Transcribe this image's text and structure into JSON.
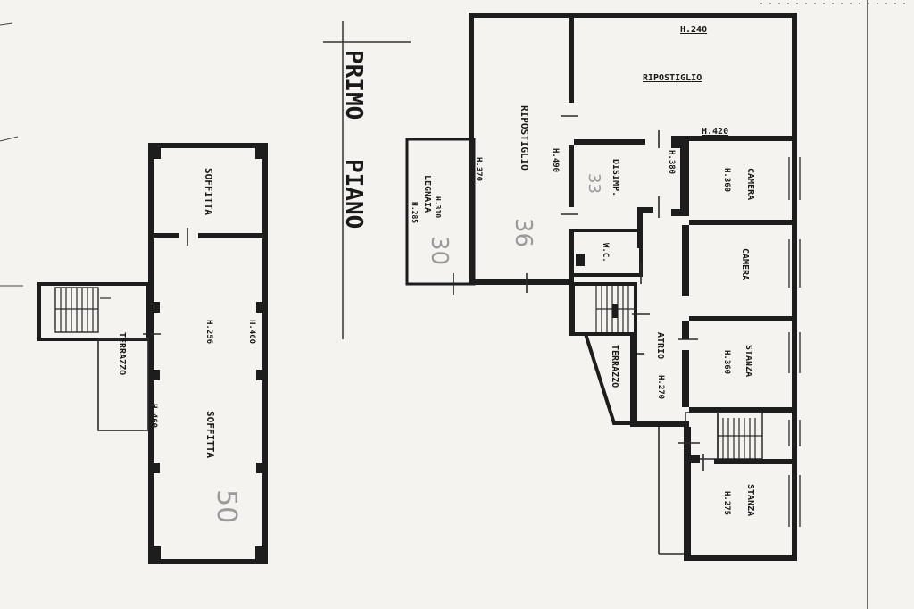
{
  "title": {
    "line1": "PRIMO",
    "line2": "PIANO"
  },
  "left_block": {
    "soffitta_top": "SOFFITTA",
    "terrazzo": "TERRAZZO",
    "h_256": "H.256",
    "h_460_a": "H.460",
    "h_460_b": "H.460",
    "soffitta_main": "SOFFITTA",
    "hand_50": "50"
  },
  "right_block": {
    "h_240": "H.240",
    "ripostiglio_top": "RIPOSTIGLIO",
    "h_420": "H.420",
    "ripostiglio_left": "RIPOSTIGLIO",
    "h_490": "H.490",
    "disimp": "DISIMP.",
    "h_380": "H.380",
    "camera_1": "CAMERA",
    "h_360": "H.360",
    "h_370": "H.370",
    "legnaia": "LEGNAIA",
    "h_310": "H.310",
    "h_285": "H.285",
    "hand_30": "30",
    "hand_36": "36",
    "hand_33": "33",
    "wc": "W.C.",
    "camera_2": "CAMERA",
    "atrio": "ATRIO",
    "terrazzo": "TERRAZZO",
    "stanza_1": "STANZA",
    "h_360_b": "H.360",
    "h_270": "H.270",
    "stanza_2": "STANZA",
    "h_275": "H.275"
  }
}
